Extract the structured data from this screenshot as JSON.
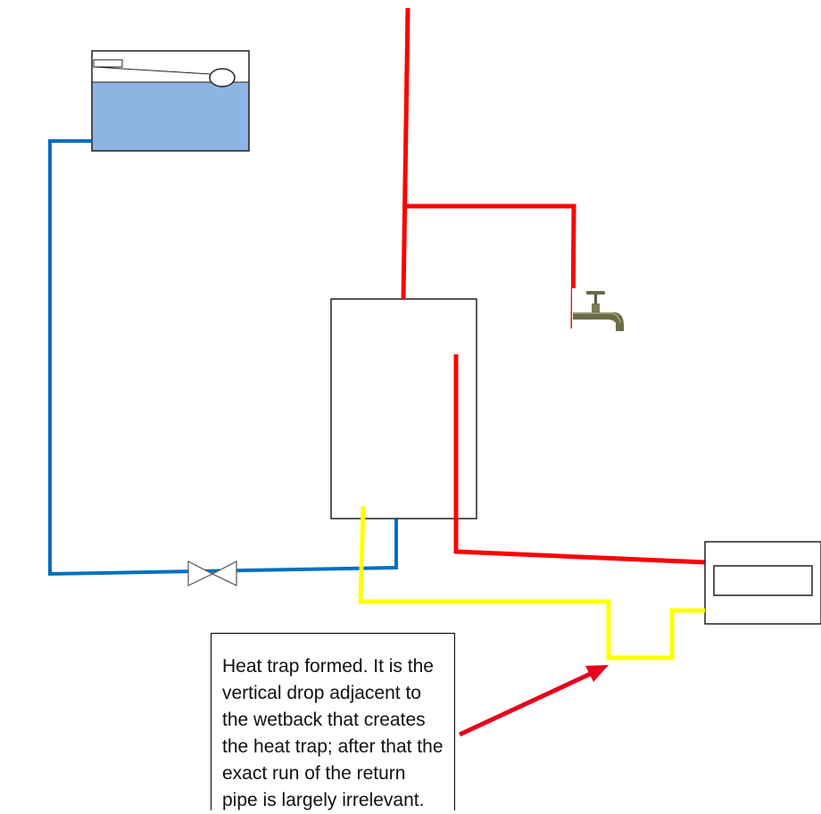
{
  "annotation": {
    "text": "Heat trap formed. It is the vertical drop adjacent to the wetback that creates the heat trap; after that the exact run of the return pipe is largely irrelevant."
  },
  "colors": {
    "hot_pipe": "#ff0000",
    "cold_pipe": "#0070c0",
    "return_pipe": "#ffff00",
    "tank_water": "#8eb4e3",
    "arrow": "#e8001c"
  },
  "icons": {
    "header_tank": "header-tank-icon",
    "float_valve": "ball-float-icon",
    "gate_valve": "gate-valve-icon",
    "tap": "tap-icon",
    "cylinder": "hot-water-cylinder",
    "wetback": "wetback-box"
  }
}
